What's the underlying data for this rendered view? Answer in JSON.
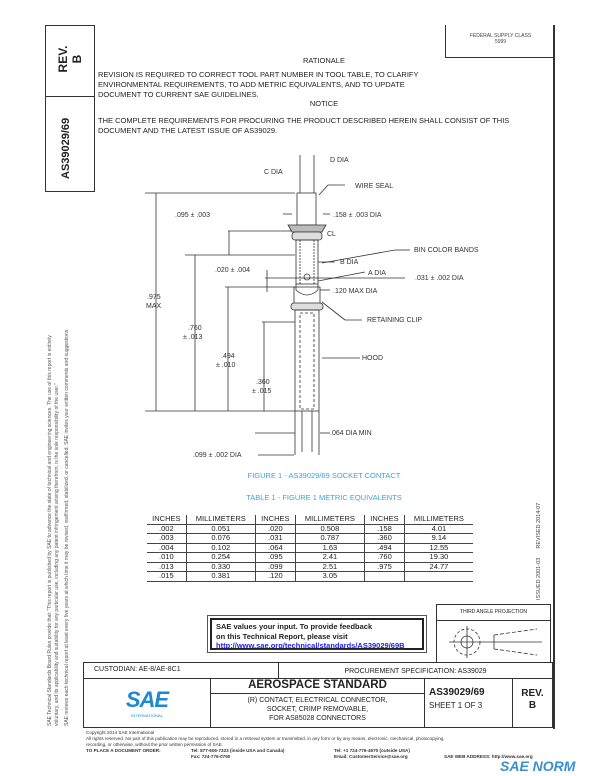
{
  "header": {
    "rev_label": "REV.",
    "rev_value": "B",
    "doc_number": "AS39029/69",
    "fsc_label": "FEDERAL SUPPLY CLASS",
    "fsc_value": "5999"
  },
  "rationale": {
    "title": "RATIONALE",
    "text": "REVISION IS REQUIRED TO CORRECT TOOL PART NUMBER IN TOOL TABLE, TO CLARIFY ENVIRONMENTAL REQUIREMENTS, TO ADD METRIC EQUIVALENTS, AND TO UPDATE DOCUMENT TO CURRENT SAE GUIDELINES."
  },
  "notice": {
    "title": "NOTICE",
    "text": "THE COMPLETE REQUIREMENTS FOR PROCURING THE PRODUCT DESCRIBED HEREIN SHALL CONSIST OF THIS DOCUMENT AND THE LATEST ISSUE OF AS39029."
  },
  "figure": {
    "caption": "FIGURE 1 - AS39029/69 SOCKET CONTACT",
    "labels": {
      "d_dia": "D DIA",
      "c_dia": "C DIA",
      "wire_seal": "WIRE SEAL",
      "d095": ".095 ± .003",
      "d158": ".158 ± .003 DIA",
      "bin_color": "BIN COLOR BANDS",
      "b_dia": "B DIA",
      "d020": ".020 ± .004",
      "a_dia": "A DIA",
      "d031": ".031 ± .002 DIA",
      "d120": ".120 MAX DIA",
      "retaining": "RETAINING CLIP",
      "d975a": ".975",
      "d975b": "MAX",
      "d760a": ".760",
      "d760b": "± .013",
      "d494a": ".494",
      "d494b": "± .010",
      "hood": "HOOD",
      "d360a": ".360",
      "d360b": "± .015",
      "d064": ".064 DIA MIN",
      "d099": ".099 ± .002 DIA",
      "cl": "CL"
    }
  },
  "table": {
    "caption": "TABLE 1 - FIGURE 1 METRIC EQUIVALENTS",
    "headers": [
      "INCHES",
      "MILLIMETERS",
      "INCHES",
      "MILLIMETERS",
      "INCHES",
      "MILLIMETERS"
    ],
    "rows": [
      [
        ".002",
        "0.051",
        ".020",
        "0.508",
        ".158",
        "4.01"
      ],
      [
        ".003",
        "0.076",
        ".031",
        "0.787",
        ".360",
        "9.14"
      ],
      [
        ".004",
        "0.102",
        ".064",
        "1.63",
        ".494",
        "12.55"
      ],
      [
        ".010",
        "0.254",
        ".095",
        "2.41",
        ".760",
        "19.30"
      ],
      [
        ".013",
        "0.330",
        ".099",
        "2.51",
        ".975",
        "24.77"
      ],
      [
        ".015",
        "0.381",
        ".120",
        "3.05",
        "",
        ""
      ]
    ]
  },
  "feedback": {
    "line1": "SAE values your input. To provide feedback",
    "line2": "on this Technical Report, please visit",
    "link": "http://www.sae.org/technical/standards/AS39029/69B"
  },
  "projection": {
    "title": "THIRD ANGLE PROJECTION"
  },
  "side_dates": {
    "issued": "ISSUED  2001-03",
    "revised": "REVISED  2014-07"
  },
  "left_margin": {
    "line1": "SAE Technical Standards Board Rules provide that: \"This report is published by SAE to advance the state of technical and engineering sciences. The use of this report is entirely",
    "line2": "voluntary, and its applicability and suitability for any particular use, including any patent infringement arising therefrom, is the sole responsibility of the user.\"",
    "line3": "SAE reviews each technical report at least every five years at which time it may be revised, reaffirmed, stabilized, or cancelled. SAE invites your written comments and suggestions."
  },
  "custodian": "CUSTODIAN: AE-8/AE-8C1",
  "procurement": "PROCUREMENT SPECIFICATION: AS39029",
  "title_block": {
    "logo": "SAE",
    "logo_sub": "INTERNATIONAL",
    "title": "AEROSPACE STANDARD",
    "desc1": "(R) CONTACT, ELECTRICAL CONNECTOR,",
    "desc2": "SOCKET, CRIMP REMOVABLE,",
    "desc3": "FOR AS85028 CONNECTORS",
    "doc_number": "AS39029/69",
    "sheet": "SHEET 1 OF 3",
    "rev_label": "REV.",
    "rev_value": "B"
  },
  "footer": {
    "copyright": "Copyright 2014 SAE International",
    "rights": "All rights reserved. No part of this publication may be reproduced, stored in a retrieval system or transmitted, in any form or by any means, electronic, mechanical, photocopying,",
    "rights2": "recording, or otherwise, without the prior written permission of SAE.",
    "order_label": "TO PLACE A DOCUMENT ORDER:",
    "tel1": "Tel: 877-606-7323 (inside USA and Canada)",
    "fax": "Fax: 724-776-0790",
    "tel2": "Tel: +1 724-776-4970 (outside USA)",
    "email": "Email: CustomerService@sae.org",
    "web": "SAE WEB ADDRESS: http://www.sae.org",
    "watermark": "SAE NORM"
  },
  "colors": {
    "caption_blue": "#3aa3dc",
    "logo_blue": "#1e88d0",
    "link_blue": "#1a1aff"
  }
}
